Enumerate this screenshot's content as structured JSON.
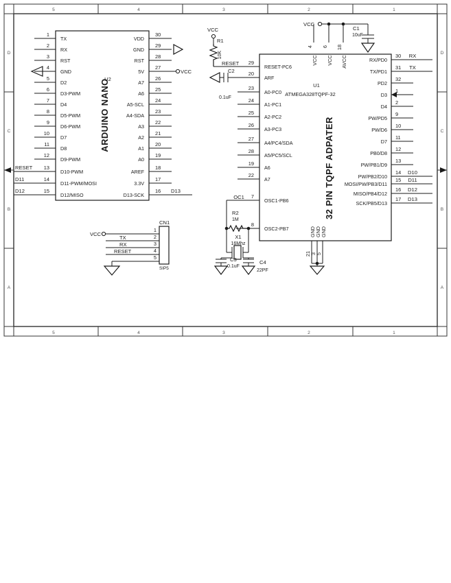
{
  "sheet": {
    "zones_top": [
      "5",
      "4",
      "3",
      "2",
      "1"
    ],
    "zones_bottom": [
      "5",
      "4",
      "3",
      "2",
      "1"
    ],
    "zones_left": [
      "D",
      "C",
      "B",
      "A"
    ],
    "zones_right": [
      "D",
      "C",
      "B",
      "A"
    ],
    "bg_color": "#ffffff",
    "line_color": "#1a1a1a"
  },
  "nano": {
    "title": "ARDUINO NANO",
    "refdes": "U2",
    "left_pins": [
      {
        "num": "1",
        "label": "TX",
        "net": ""
      },
      {
        "num": "2",
        "label": "RX",
        "net": ""
      },
      {
        "num": "3",
        "label": "RST",
        "net": ""
      },
      {
        "num": "4",
        "label": "GND",
        "net": ""
      },
      {
        "num": "5",
        "label": "D2",
        "net": ""
      },
      {
        "num": "6",
        "label": "D3-PWM",
        "net": ""
      },
      {
        "num": "7",
        "label": "D4",
        "net": ""
      },
      {
        "num": "8",
        "label": "D5-PWM",
        "net": ""
      },
      {
        "num": "9",
        "label": "D6-PWM",
        "net": ""
      },
      {
        "num": "10",
        "label": "D7",
        "net": ""
      },
      {
        "num": "11",
        "label": "D8",
        "net": ""
      },
      {
        "num": "12",
        "label": "D9-PWM",
        "net": ""
      },
      {
        "num": "13",
        "label": "D10-PWM",
        "net": "RESET"
      },
      {
        "num": "14",
        "label": "D11-PWM/MOSI",
        "net": "D11"
      },
      {
        "num": "15",
        "label": "D12/MISO",
        "net": "D12"
      }
    ],
    "right_pins": [
      {
        "num": "30",
        "label": "VDD",
        "net": ""
      },
      {
        "num": "29",
        "label": "GND",
        "net": ""
      },
      {
        "num": "28",
        "label": "RST",
        "net": ""
      },
      {
        "num": "27",
        "label": "5V",
        "net": "VCC"
      },
      {
        "num": "26",
        "label": "A7",
        "net": ""
      },
      {
        "num": "25",
        "label": "A6",
        "net": ""
      },
      {
        "num": "24",
        "label": "A5-SCL",
        "net": ""
      },
      {
        "num": "23",
        "label": "A4-SDA",
        "net": ""
      },
      {
        "num": "22",
        "label": "A3",
        "net": ""
      },
      {
        "num": "21",
        "label": "A2",
        "net": ""
      },
      {
        "num": "20",
        "label": "A1",
        "net": ""
      },
      {
        "num": "19",
        "label": "A0",
        "net": ""
      },
      {
        "num": "18",
        "label": "AREF",
        "net": ""
      },
      {
        "num": "17",
        "label": "3.3V",
        "net": ""
      },
      {
        "num": "16",
        "label": "D13-SCK",
        "net": "D13"
      }
    ]
  },
  "mcu": {
    "refdes": "U1",
    "part": "ATMEGA328TQPF-32",
    "title": "32 PIN TQPF ADPATER",
    "top_pins": [
      {
        "num": "4",
        "label": "VCC"
      },
      {
        "num": "6",
        "label": "VCC"
      },
      {
        "num": "18",
        "label": "AVCC"
      }
    ],
    "bottom_pins": [
      {
        "num": "21",
        "label": "GND"
      },
      {
        "num": "3",
        "label": "GND"
      },
      {
        "num": "5",
        "label": "GND"
      }
    ],
    "left_pins": [
      {
        "num": "29",
        "label": "RESET-PC6",
        "net": "RESET"
      },
      {
        "num": "20",
        "label": "ARF",
        "net": ""
      },
      {
        "num": "23",
        "label": "A0-PC0",
        "net": ""
      },
      {
        "num": "24",
        "label": "A1-PC1",
        "net": ""
      },
      {
        "num": "25",
        "label": "A2-PC2",
        "net": ""
      },
      {
        "num": "26",
        "label": "A3-PC3",
        "net": ""
      },
      {
        "num": "27",
        "label": "A4/PC4/SDA",
        "net": ""
      },
      {
        "num": "28",
        "label": "A5/PC5/SCL",
        "net": ""
      },
      {
        "num": "19",
        "label": "A6",
        "net": ""
      },
      {
        "num": "22",
        "label": "A7",
        "net": ""
      },
      {
        "num": "7",
        "label": "OSC1-PB6",
        "net": "OC1"
      },
      {
        "num": "8",
        "label": "OSC2-PB7",
        "net": ""
      }
    ],
    "right_pins": [
      {
        "num": "30",
        "label": "RX/PD0",
        "net": "RX"
      },
      {
        "num": "31",
        "label": "TX/PD1",
        "net": "TX"
      },
      {
        "num": "32",
        "label": "PD2",
        "net": ""
      },
      {
        "num": "1",
        "label": "D3",
        "net": ""
      },
      {
        "num": "2",
        "label": "D4",
        "net": ""
      },
      {
        "num": "9",
        "label": "PW/PD5",
        "net": ""
      },
      {
        "num": "10",
        "label": "PW/D6",
        "net": ""
      },
      {
        "num": "11",
        "label": "D7",
        "net": ""
      },
      {
        "num": "12",
        "label": "PB0/D8",
        "net": ""
      },
      {
        "num": "13",
        "label": "PW/PB1/D9",
        "net": ""
      },
      {
        "num": "14",
        "label": "PW/PB2/D10",
        "net": "D10"
      },
      {
        "num": "15",
        "label": "MOSI/PW/PB3/D11",
        "net": "D11"
      },
      {
        "num": "16",
        "label": "MISO/PB4/D12",
        "net": "D12"
      },
      {
        "num": "17",
        "label": "SCK/PB5/D13",
        "net": "D13"
      }
    ]
  },
  "components": {
    "r1": {
      "refdes": "R1",
      "value": "10K"
    },
    "r2": {
      "refdes": "R2",
      "value": "1M"
    },
    "c1": {
      "refdes": "C1",
      "value": "10uF"
    },
    "c2": {
      "refdes": "C2",
      "value": "0.1uF"
    },
    "c3": {
      "refdes": "C3",
      "value": "0.1uF"
    },
    "c4": {
      "refdes": "C4",
      "value": "22PF"
    },
    "x1": {
      "refdes": "X1",
      "value": "16Mhz"
    }
  },
  "connector": {
    "refdes": "CN1",
    "footprint": "SIP5",
    "pins": [
      {
        "num": "1",
        "net": "VCC"
      },
      {
        "num": "2",
        "net": "TX"
      },
      {
        "num": "3",
        "net": "RX"
      },
      {
        "num": "4",
        "net": "RESET"
      },
      {
        "num": "5",
        "net": ""
      }
    ]
  },
  "power_labels": {
    "vcc_top": "VCC",
    "vcc_reset": "VCC",
    "vcc_nano": "VCC",
    "vcc_cn1": "VCC"
  }
}
